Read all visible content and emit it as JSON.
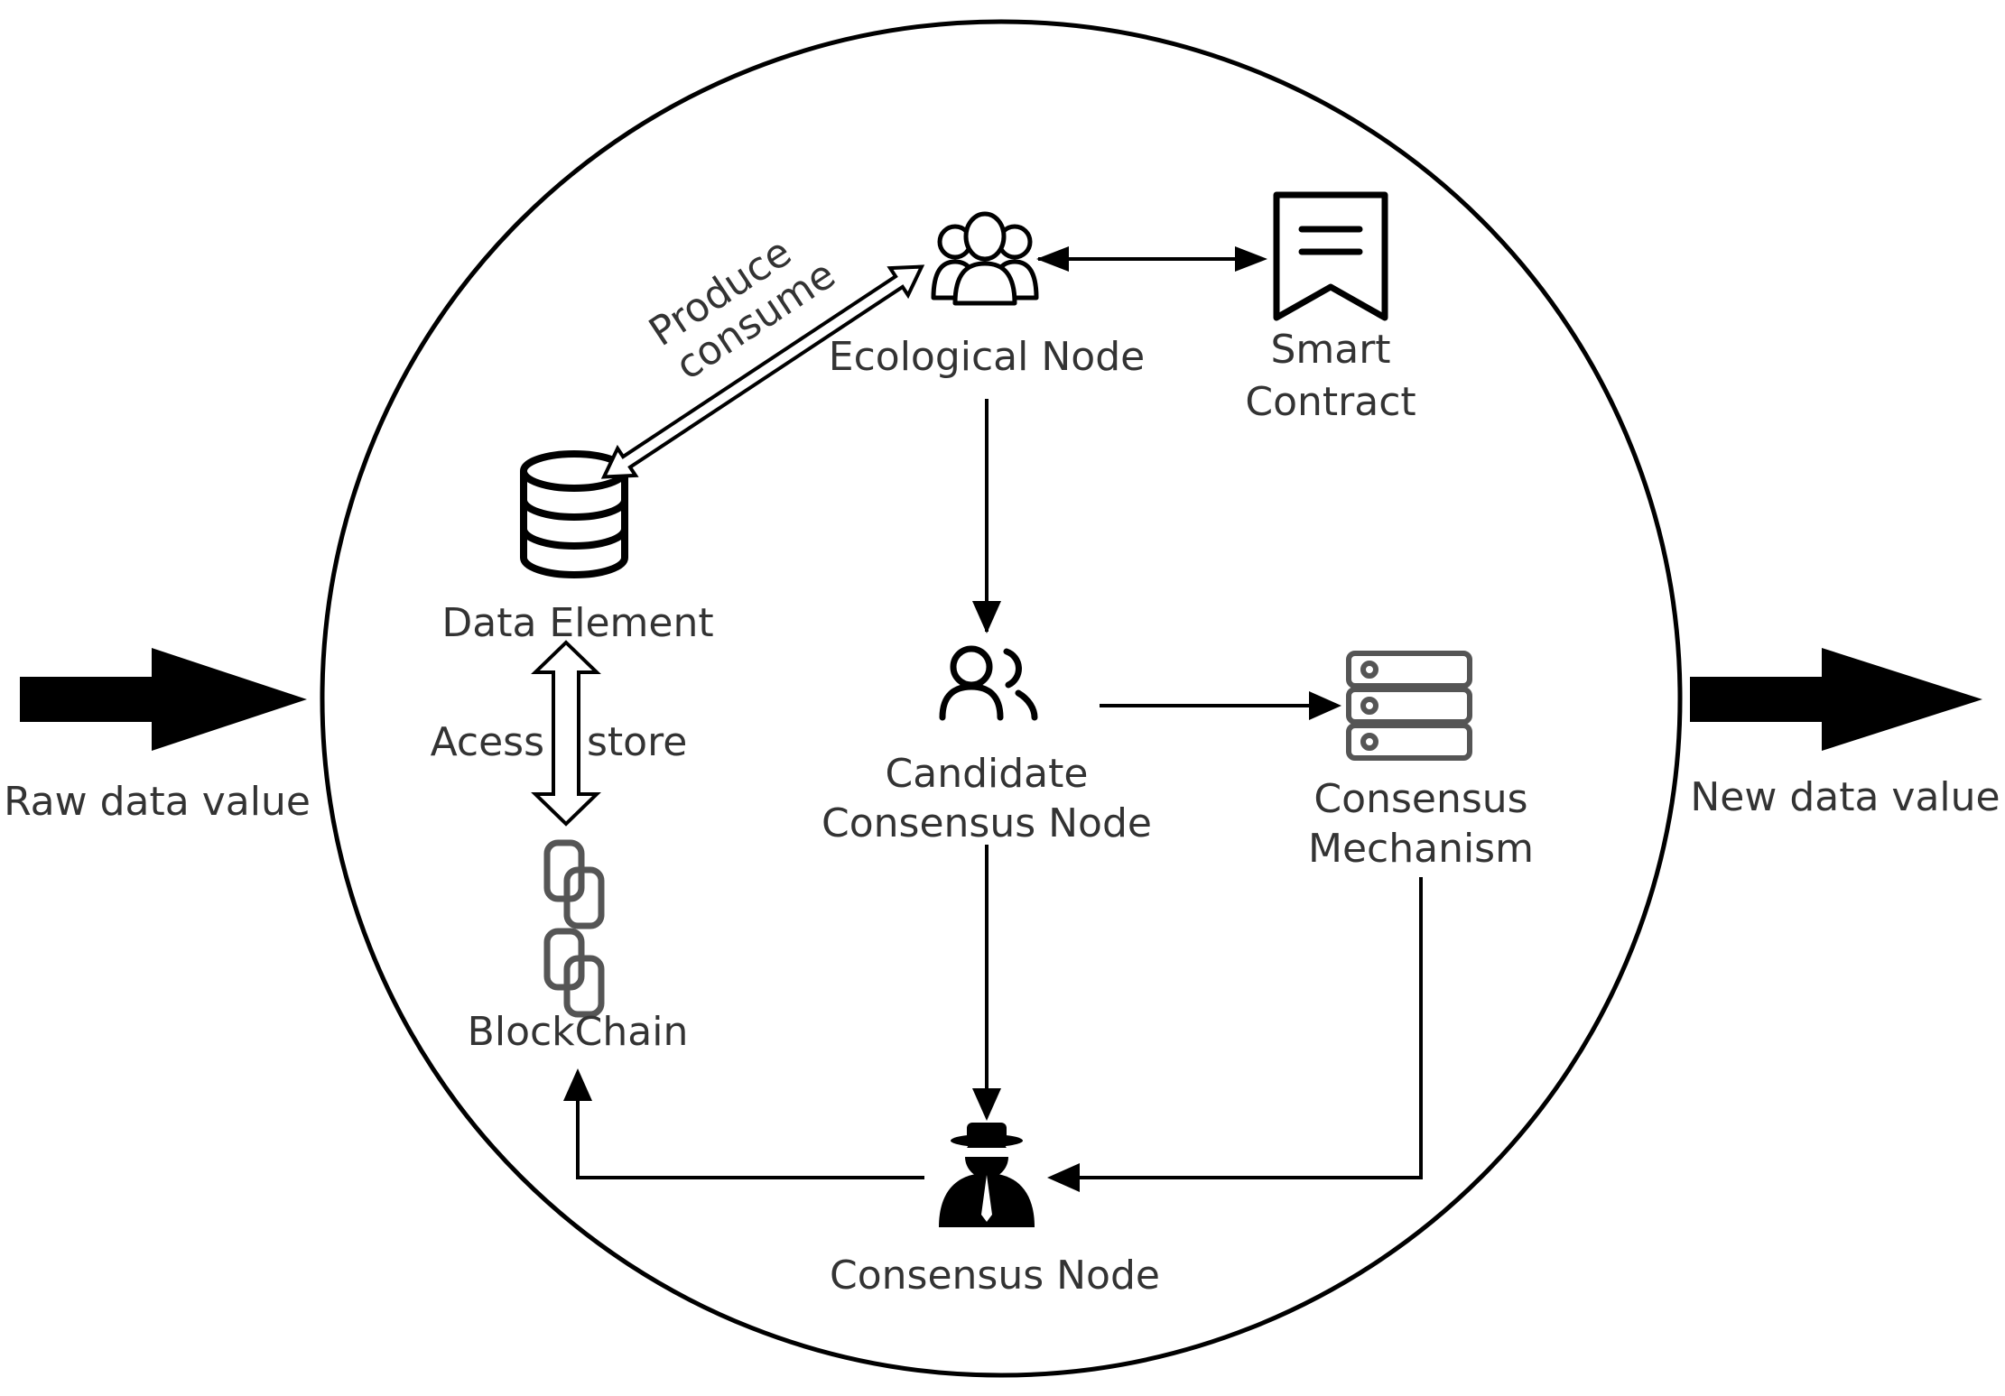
{
  "labels": {
    "raw_data_value": "Raw data value",
    "new_data_value": "New data value",
    "ecological_node": "Ecological Node",
    "smart_contract_line1": "Smart",
    "smart_contract_line2": "Contract",
    "data_element": "Data Element",
    "produce": "Produce",
    "consume": "consume",
    "access": "Acess",
    "store": "store",
    "blockchain": "BlockChain",
    "candidate_line1": "Candidate",
    "candidate_line2": "Consensus Node",
    "consensus_mechanism_line1": "Consensus",
    "consensus_mechanism_line2": "Mechanism",
    "consensus_node": "Consensus Node"
  },
  "icons": {
    "ecological_node": "user-group-icon",
    "smart_contract": "ribbon-document-icon",
    "data_element": "database-icon",
    "blockchain": "chain-link-icon",
    "candidate_consensus_node": "users-icon",
    "consensus_mechanism": "server-stack-icon",
    "consensus_node": "agent-icon"
  },
  "colors": {
    "stroke": "#000000",
    "text": "#333333",
    "background": "#ffffff"
  }
}
